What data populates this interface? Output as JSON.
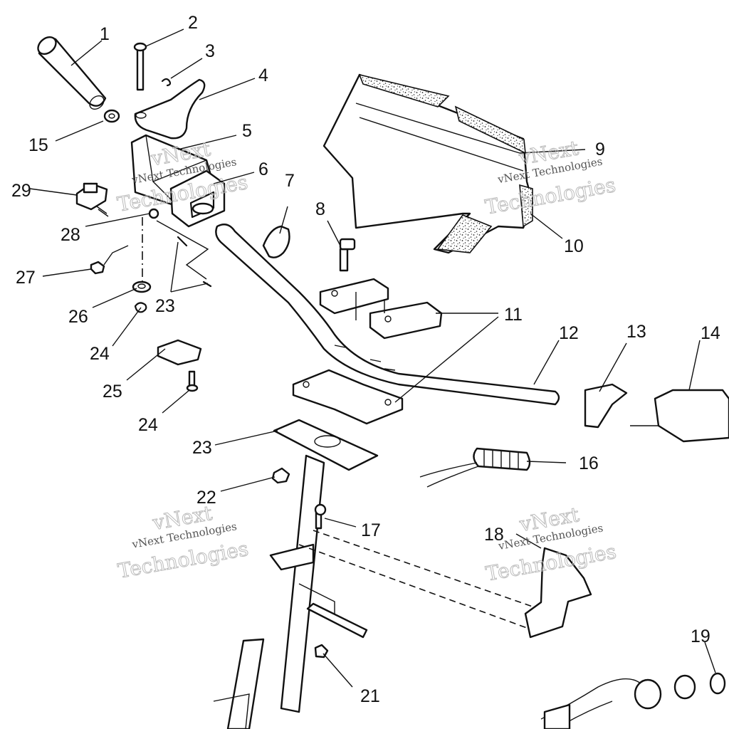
{
  "callouts": {
    "c1": "1",
    "c2": "2",
    "c3": "3",
    "c4": "4",
    "c5": "5",
    "c6": "6",
    "c7": "7",
    "c8": "8",
    "c9": "9",
    "c10": "10",
    "c11": "11",
    "c12": "12",
    "c13": "13",
    "c14": "14",
    "c15": "15",
    "c16": "16",
    "c17": "17",
    "c18": "18",
    "c19": "19",
    "c21": "21",
    "c22": "22",
    "c23a": "23",
    "c23b": "23",
    "c24a": "24",
    "c24b": "24",
    "c25": "25",
    "c26": "26",
    "c27": "27",
    "c28": "28",
    "c29": "29"
  },
  "watermark": {
    "brand_line1": "vNext",
    "brand_line2": "Technologies",
    "brand_full": "vNext Technologies"
  }
}
